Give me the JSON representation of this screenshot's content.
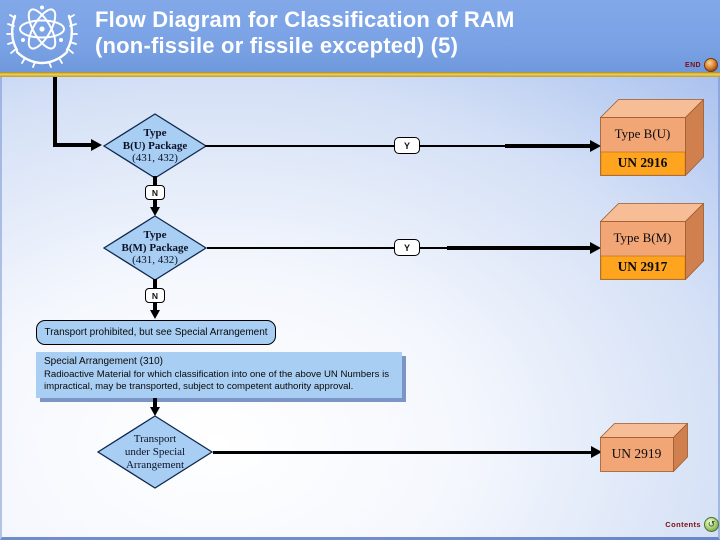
{
  "header": {
    "title_line1": "Flow Diagram for Classification of RAM",
    "title_line2": "(non-fissile or fissile excepted) (5)",
    "end_label": "END"
  },
  "flow": {
    "yes_label": "Y",
    "no_label": "N",
    "decision_bu": {
      "l1": "Type",
      "l2": "B(U) Package",
      "l3": "(431, 432)"
    },
    "decision_bm": {
      "l1": "Type",
      "l2": "B(M) Package",
      "l3": "(431, 432)"
    },
    "decision_sa": {
      "l1": "Transport",
      "l2": "under Special",
      "l3": "Arrangement"
    },
    "result_bu": {
      "title": "Type B(U)",
      "un_number": "UN 2916"
    },
    "result_bm": {
      "title": "Type B(M)",
      "un_number": "UN 2917"
    },
    "result_sa": {
      "un_number": "UN 2919"
    },
    "prohibited_note": "Transport prohibited, but see Special Arrangement",
    "special_arrangement_heading": "Special Arrangement (310)",
    "special_arrangement_body": "Radioactive Material for which classification into one of the above UN Numbers is impractical, may be transported, subject to competent authority approval."
  },
  "footer": {
    "contents_label": "Contents"
  },
  "colors": {
    "header_blue": "#7aa2e5",
    "gold_rule": "#d9b93c",
    "node_fill": "#a9cef3",
    "node_border": "#10294f",
    "box_front": "#f2a575",
    "box_top": "#f6bd97",
    "box_side": "#d0804f",
    "un_band": "#ffa41e",
    "nav_text_red": "#7b1010"
  }
}
